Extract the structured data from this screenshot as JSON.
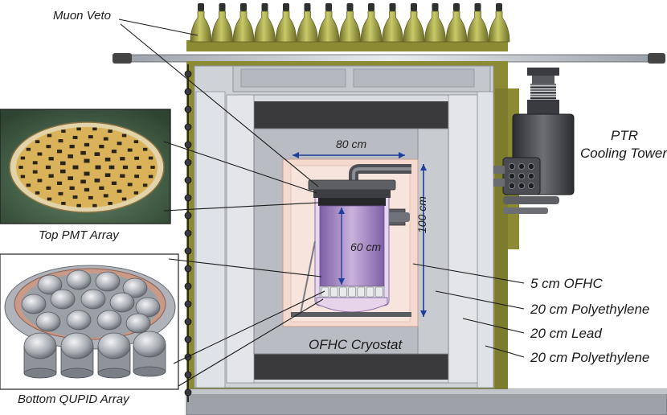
{
  "labels": {
    "muon_veto": "Muon Veto",
    "ptr_line1": "PTR",
    "ptr_line2": "Cooling Tower",
    "top_pmt": "Top PMT Array",
    "bottom_qupid": "Bottom QUPID Array",
    "dim_80": "80 cm",
    "dim_100": "100 cm",
    "dim_60": "60 cm",
    "ofhc_cryostat": "OFHC Cryostat",
    "layer_ofhc": "5 cm OFHC",
    "layer_poly1": "20 cm Polyethylene",
    "layer_lead": "20 cm Lead",
    "layer_poly2": "20 cm Polyethylene"
  },
  "colors": {
    "veto_olive": "#8a8b33",
    "veto_light": "#b3b45a",
    "poly_grey": "#cfd3d8",
    "lead_dark": "#3a3a3c",
    "inner_grey": "#b9bcc2",
    "ofhc_pink": "#f4d9cf",
    "cryostat_purple": "#a98ac4",
    "arrow_blue": "#1f3f9a",
    "pmt_gold": "#d9b25a",
    "floor_grey": "#9ea2a8"
  }
}
